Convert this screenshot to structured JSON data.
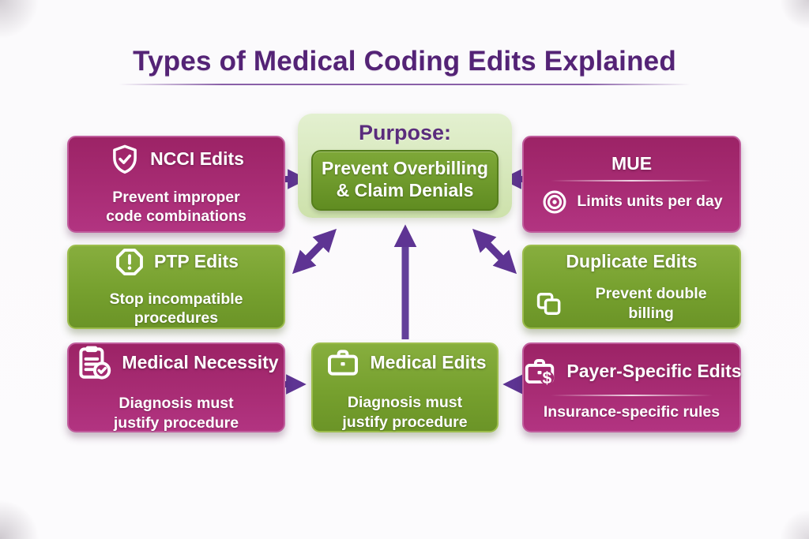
{
  "title": "Types of Medical Coding Edits Explained",
  "center": {
    "purpose_label": "Purpose:",
    "purpose_text": "Prevent Overbilling & Claim Denials"
  },
  "boxes": {
    "ncci": {
      "title": "NCCI Edits",
      "body": "Prevent improper code combinations",
      "icon": "shield-check-icon",
      "color": "#a82c74"
    },
    "ptp": {
      "title": "PTP Edits",
      "body": "Stop incompatible procedures",
      "icon": "stop-octagon-icon",
      "color": "#76a02e"
    },
    "necessity": {
      "title": "Medical Necessity",
      "body": "Diagnosis must justify procedure",
      "icon": "clipboard-check-icon",
      "color": "#a82c74"
    },
    "mue": {
      "title": "MUE",
      "body": "Limits units per day",
      "icon": "target-icon",
      "color": "#a82c74"
    },
    "duplicate": {
      "title": "Duplicate Edits",
      "body": "Prevent double billing",
      "icon": "copy-icon",
      "color": "#76a02e"
    },
    "payer": {
      "title": "Payer-Specific Edits",
      "body": "Insurance-specific rules",
      "icon": "briefcase-dollar-icon",
      "color": "#a82c74"
    },
    "medical": {
      "title": "Medical Edits",
      "body": "Diagnosis must justify procedure",
      "icon": "briefcase-icon",
      "color": "#76a02e"
    }
  },
  "colors": {
    "magenta": "#a82c74",
    "green": "#76a02e",
    "arrow_purple": "#5e3493",
    "title_purple": "#542376",
    "center_light_green": "#ddebc3"
  }
}
